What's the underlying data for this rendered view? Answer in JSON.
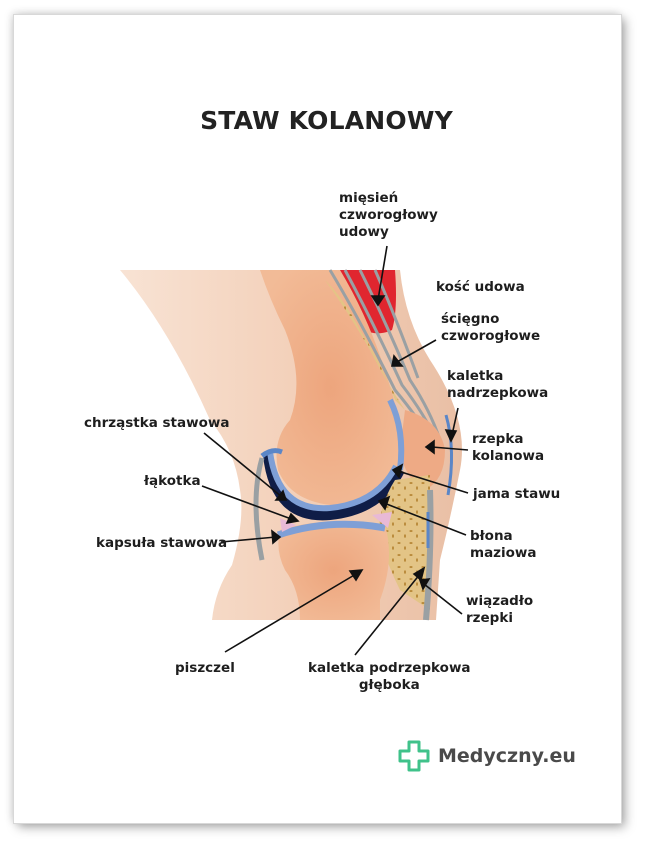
{
  "title": "STAW KOLANOWY",
  "labels": {
    "miesien": [
      "mięsień",
      "czworogłowy",
      "udowy"
    ],
    "kosc_udowa": [
      "kość udowa"
    ],
    "sciegno": [
      "ścięgno",
      "czworogłowe"
    ],
    "kaletka_nadrzepkowa": [
      "kaletka",
      "nadrzepkowa"
    ],
    "rzepka": [
      "rzepka",
      "kolanowa"
    ],
    "jama_stawu": [
      "jama stawu"
    ],
    "blona": [
      "błona",
      "maziowa"
    ],
    "wiazadlo": [
      "wiązadło",
      "rzepki"
    ],
    "chrzastka": [
      "chrząstka stawowa"
    ],
    "lakotka": [
      "łąkotka"
    ],
    "kapsula": [
      "kapsuła stawowa"
    ],
    "piszczel": [
      "piszczel"
    ],
    "kaletka_podrzepkowa": [
      "kaletka podrzepkowa",
      "głęboka"
    ]
  },
  "logo": {
    "text": "Medyczny.eu",
    "icon": "medical-cross-icon",
    "color": "#3fc28a"
  },
  "colors": {
    "skin": "#f2cdb5",
    "bone": "#eeac85",
    "muscle": "#e0262f",
    "tendon": "#9aa0a3",
    "cartilage": "#7e9fd6",
    "cavity": "#0f1d47",
    "marrow": "#e3c486",
    "synovial": "#e8b9d6"
  }
}
